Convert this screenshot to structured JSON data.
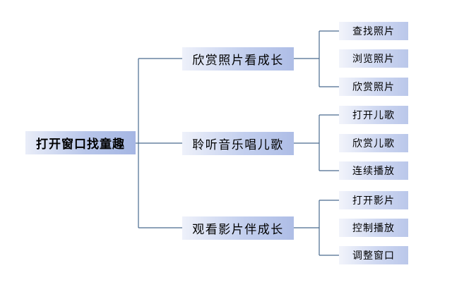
{
  "diagram": {
    "root": {
      "label": "打开窗口找童趣"
    },
    "branches": [
      {
        "label": "欣赏照片看成长",
        "children": [
          "查找照片",
          "浏览照片",
          "欣赏照片"
        ]
      },
      {
        "label": "聆听音乐唱儿歌",
        "children": [
          "打开儿歌",
          "欣赏儿歌",
          "连续播放"
        ]
      },
      {
        "label": "观看影片伴成长",
        "children": [
          "打开影片",
          "控制播放",
          "调整窗口"
        ]
      }
    ],
    "colors": {
      "connector": "#4a6b8f"
    }
  }
}
